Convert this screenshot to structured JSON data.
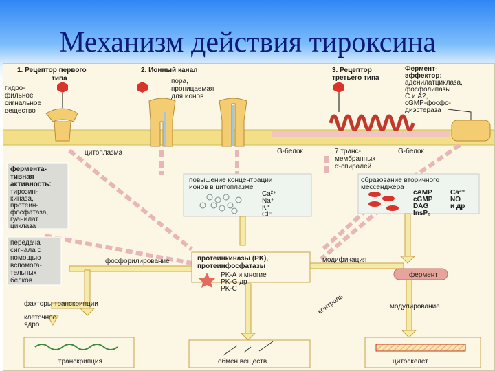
{
  "title": "Механизм действия тироксина",
  "receptors": {
    "r1": [
      "1. Рецептор первого",
      "типа"
    ],
    "r2": [
      "2. Ионный канал"
    ],
    "r3": [
      "3. Рецептор",
      "третьего типа"
    ],
    "effector": [
      "Фермент-",
      "эффектор:",
      "аденилатциклаза,",
      "фосфолипазы",
      "С и А2,",
      "сGMP-фосфо-",
      "диэстераза"
    ]
  },
  "side": {
    "hydrophilic": [
      "гидро-",
      "фильное",
      "сигнальное",
      "вещество"
    ],
    "pore": [
      "пора,",
      "проницаемая",
      "для ионов"
    ]
  },
  "membrane": {
    "cytoplasm": "цитоплазма",
    "gprotein_left": "G-белок",
    "gprotein_right": "G-белок",
    "seven_helices": [
      "7 транс-",
      "мембранных",
      "α-спиралей"
    ]
  },
  "boxes": {
    "enzymatic": [
      "фермента-",
      "тивная",
      "активность:",
      "тирозин-",
      "киназа,",
      "протеин-",
      "фосфатаза,",
      "гуанилат",
      "циклаза"
    ],
    "relay": [
      "передача",
      "сигнала с",
      "помощью",
      "вспомога-",
      "тельных",
      "белков"
    ],
    "ions_title": [
      "повышение концентрации",
      "ионов в цитоплазме"
    ],
    "ions": [
      "Ca²⁺",
      "Na⁺",
      "K⁺",
      "Cl⁻"
    ],
    "messengers_title": [
      "образование вторичного",
      "мессенджера"
    ],
    "messengers_left": [
      "cAMP",
      "cGMP",
      "DAG",
      "InsP₃"
    ],
    "messengers_right": [
      "Ca²⁺",
      "NO",
      "и др"
    ],
    "kinases_title": [
      "протеинкиназы (PK),",
      "протеинфосфатазы"
    ],
    "kinases": [
      "PK-A  и многие",
      "PK-G  др",
      "PK-C"
    ],
    "enzyme": "фермент"
  },
  "flows": {
    "phosphorylation": "фосфорилирование",
    "modification": "модификация",
    "control": "контроль",
    "modulation": "модулирование",
    "transcription_factors": "факторы транскрипции",
    "nucleus": [
      "клеточное",
      "ядро"
    ]
  },
  "bottom": {
    "transcription": "транскрипция",
    "metabolism": "обмен веществ",
    "cytoskeleton": "цитоскелет"
  },
  "colors": {
    "title": "#0c1a7a",
    "membrane": "#f3df88",
    "arrow_fill": "#f5eaa6",
    "arrow_stroke": "#c9a14a",
    "receptor": "#f4cd72",
    "ligand": "#d9342b",
    "dashed": "#e8b6b6",
    "label_box": "#dcdcd6"
  }
}
